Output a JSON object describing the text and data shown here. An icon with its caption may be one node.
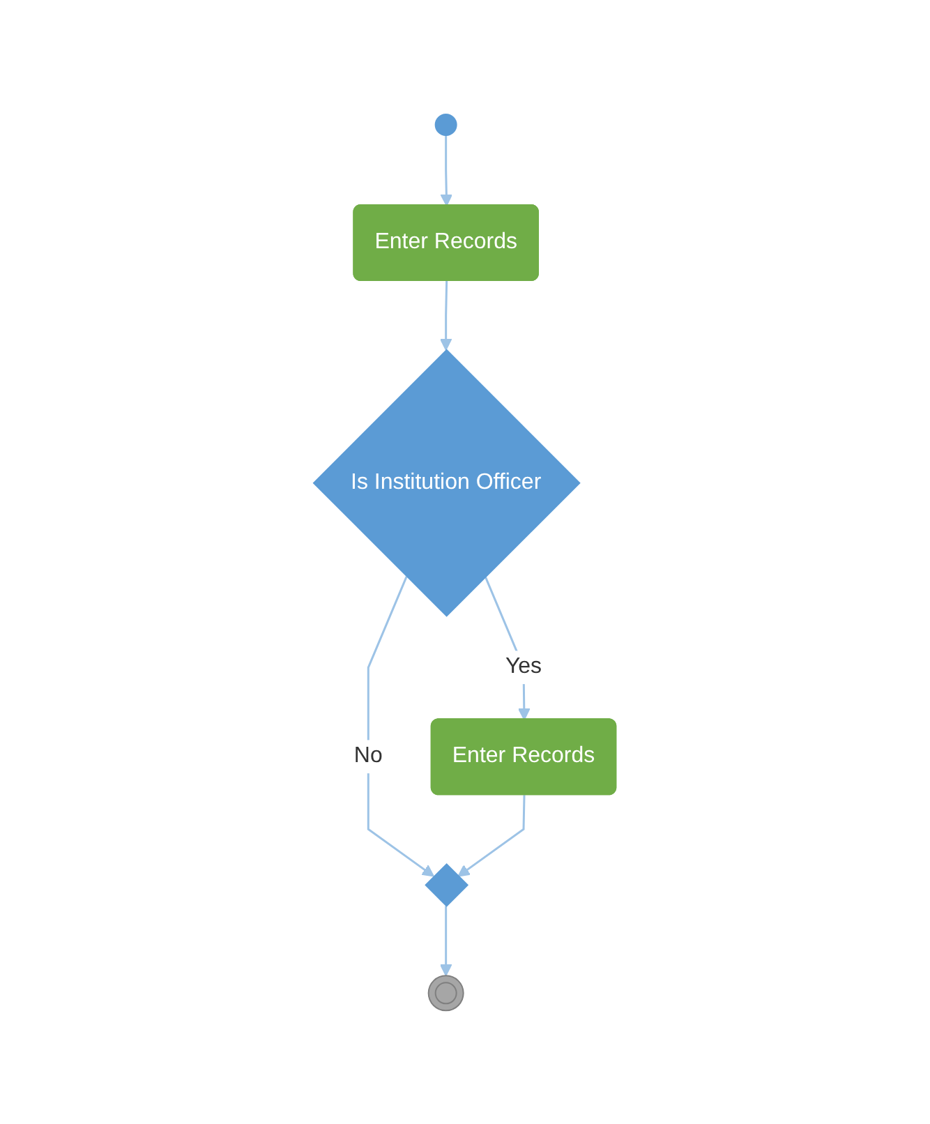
{
  "diagram": {
    "nodes": [
      {
        "text": [],
        "shape": "circle"
      },
      {
        "text": [
          "Enter Records"
        ]
      },
      {
        "text": [
          "Is Institution Officer"
        ]
      },
      {
        "text": [
          "Enter Records"
        ]
      },
      {
        "text": [],
        "shape": "diamond"
      },
      {
        "text": [],
        "shape": "circle"
      }
    ],
    "edges": [
      {
        "from": 0,
        "to": 1,
        "arrow": "to"
      },
      {
        "from": 1,
        "to": 2,
        "arrow": "to"
      },
      {
        "from": 2,
        "to": 3,
        "arrow": "to",
        "label": "Yes"
      },
      {
        "from": 2,
        "to": 4,
        "arrow": "to",
        "label": "No"
      },
      {
        "from": 3,
        "to": 4,
        "arrow": "to"
      },
      {
        "from": 4,
        "to": 5,
        "arrow": "to"
      }
    ]
  }
}
